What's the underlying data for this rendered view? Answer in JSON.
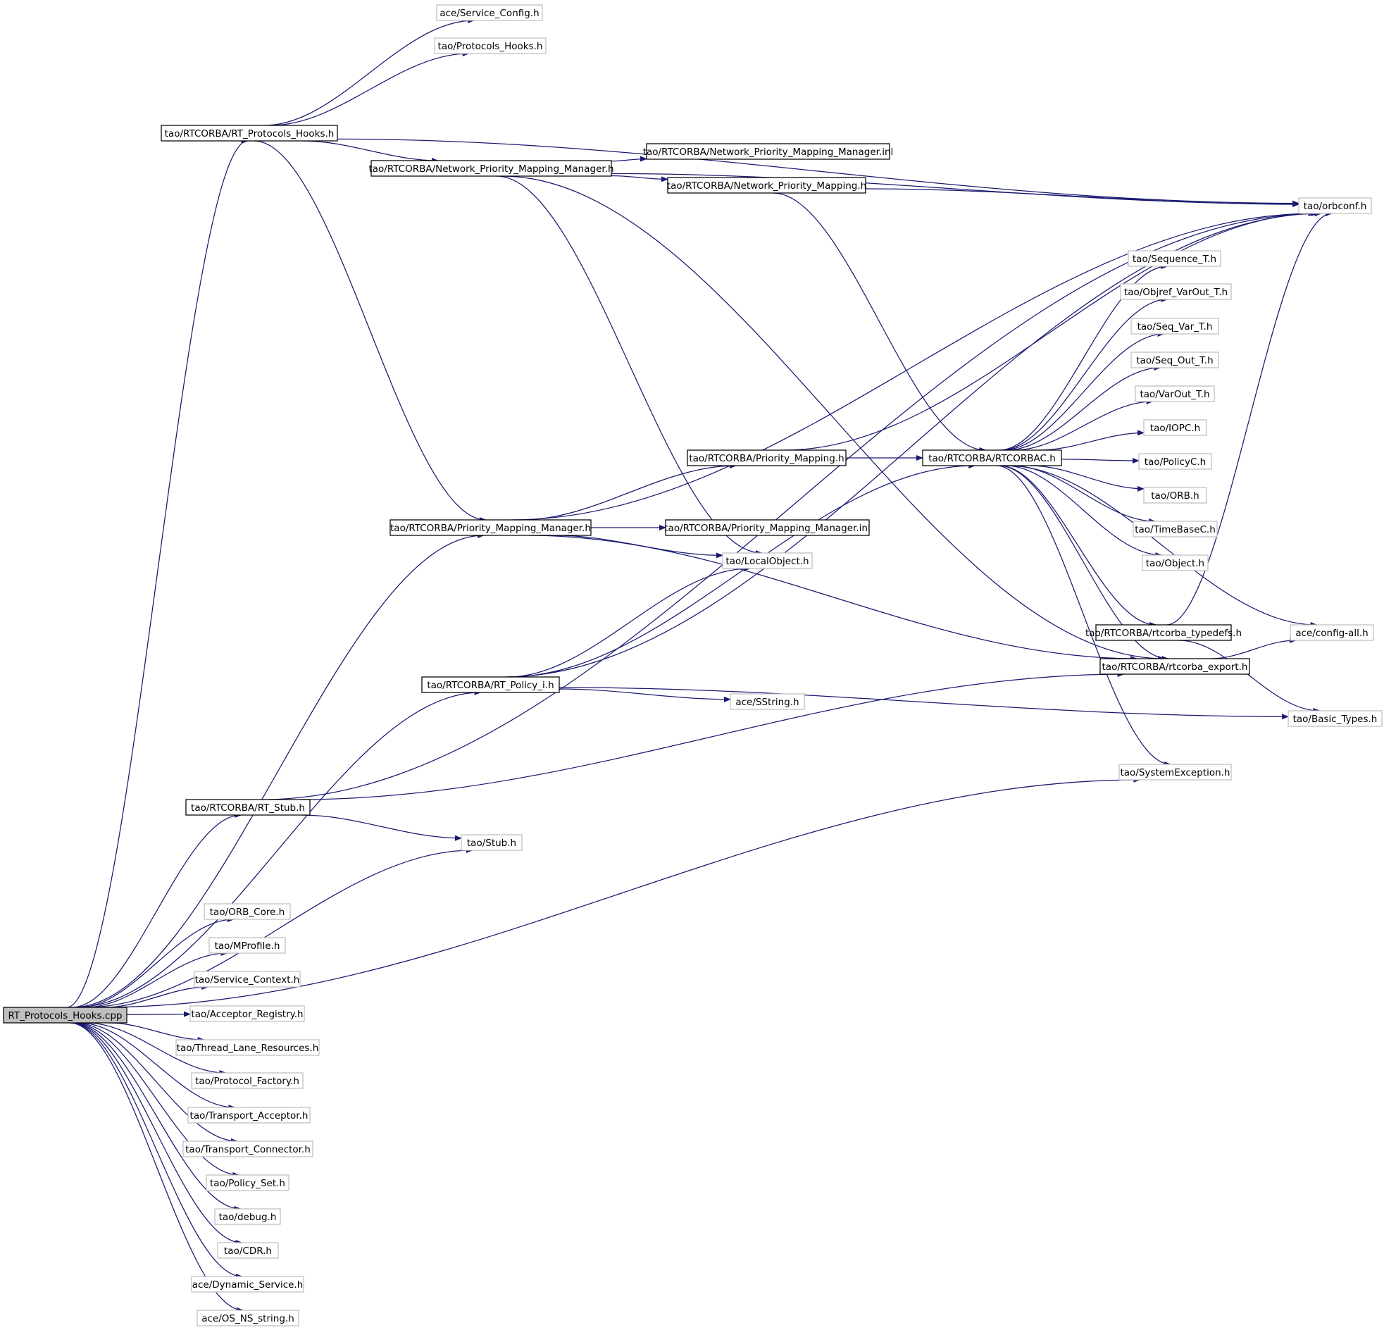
{
  "colors": {
    "edge": "#191970",
    "root_fill": "#bfbfbf",
    "documented_border": "#000000",
    "external_border": "#bfbfbf",
    "node_fill": "#ffffff"
  },
  "root": {
    "id": "n_root",
    "label": "RT_Protocols_Hooks.cpp"
  },
  "nodes": [
    {
      "id": "n_root",
      "label": "RT_Protocols_Hooks.cpp",
      "kind": "root"
    },
    {
      "id": "n_svccfg",
      "label": "ace/Service_Config.h",
      "kind": "external"
    },
    {
      "id": "n_protohooks",
      "label": "tao/Protocols_Hooks.h",
      "kind": "external"
    },
    {
      "id": "n_rtph",
      "label": "tao/RTCORBA/RT_Protocols_Hooks.h",
      "kind": "documented"
    },
    {
      "id": "n_npmm_inl",
      "label": "tao/RTCORBA/Network_Priority_Mapping_Manager.inl",
      "kind": "documented"
    },
    {
      "id": "n_npmm",
      "label": "tao/RTCORBA/Network_Priority_Mapping_Manager.h",
      "kind": "documented"
    },
    {
      "id": "n_npm",
      "label": "tao/RTCORBA/Network_Priority_Mapping.h",
      "kind": "documented"
    },
    {
      "id": "n_orbconf",
      "label": "tao/orbconf.h",
      "kind": "external"
    },
    {
      "id": "n_seqT",
      "label": "tao/Sequence_T.h",
      "kind": "external"
    },
    {
      "id": "n_objref",
      "label": "tao/Objref_VarOut_T.h",
      "kind": "external"
    },
    {
      "id": "n_seqvar",
      "label": "tao/Seq_Var_T.h",
      "kind": "external"
    },
    {
      "id": "n_seqout",
      "label": "tao/Seq_Out_T.h",
      "kind": "external"
    },
    {
      "id": "n_varout",
      "label": "tao/VarOut_T.h",
      "kind": "external"
    },
    {
      "id": "n_iopc",
      "label": "tao/IOPC.h",
      "kind": "external"
    },
    {
      "id": "n_prio_map",
      "label": "tao/RTCORBA/Priority_Mapping.h",
      "kind": "documented"
    },
    {
      "id": "n_rtcorbac",
      "label": "tao/RTCORBA/RTCORBAC.h",
      "kind": "documented"
    },
    {
      "id": "n_policyc",
      "label": "tao/PolicyC.h",
      "kind": "external"
    },
    {
      "id": "n_orb",
      "label": "tao/ORB.h",
      "kind": "external"
    },
    {
      "id": "n_pmm",
      "label": "tao/RTCORBA/Priority_Mapping_Manager.h",
      "kind": "documented"
    },
    {
      "id": "n_pmm_inl",
      "label": "tao/RTCORBA/Priority_Mapping_Manager.inl",
      "kind": "documented"
    },
    {
      "id": "n_timebase",
      "label": "tao/TimeBaseC.h",
      "kind": "external"
    },
    {
      "id": "n_localobj",
      "label": "tao/LocalObject.h",
      "kind": "external"
    },
    {
      "id": "n_object",
      "label": "tao/Object.h",
      "kind": "external"
    },
    {
      "id": "n_typedefs",
      "label": "tao/RTCORBA/rtcorba_typedefs.h",
      "kind": "documented"
    },
    {
      "id": "n_configall",
      "label": "ace/config-all.h",
      "kind": "external"
    },
    {
      "id": "n_export",
      "label": "tao/RTCORBA/rtcorba_export.h",
      "kind": "documented"
    },
    {
      "id": "n_rtpolicy",
      "label": "tao/RTCORBA/RT_Policy_i.h",
      "kind": "documented"
    },
    {
      "id": "n_sstring",
      "label": "ace/SString.h",
      "kind": "external"
    },
    {
      "id": "n_basictypes",
      "label": "tao/Basic_Types.h",
      "kind": "external"
    },
    {
      "id": "n_sysexc",
      "label": "tao/SystemException.h",
      "kind": "external"
    },
    {
      "id": "n_rtstub",
      "label": "tao/RTCORBA/RT_Stub.h",
      "kind": "documented"
    },
    {
      "id": "n_stub",
      "label": "tao/Stub.h",
      "kind": "external"
    },
    {
      "id": "n_orbcore",
      "label": "tao/ORB_Core.h",
      "kind": "external"
    },
    {
      "id": "n_mprofile",
      "label": "tao/MProfile.h",
      "kind": "external"
    },
    {
      "id": "n_svcctx",
      "label": "tao/Service_Context.h",
      "kind": "external"
    },
    {
      "id": "n_acceptorreg",
      "label": "tao/Acceptor_Registry.h",
      "kind": "external"
    },
    {
      "id": "n_threadlane",
      "label": "tao/Thread_Lane_Resources.h",
      "kind": "external"
    },
    {
      "id": "n_protofactory",
      "label": "tao/Protocol_Factory.h",
      "kind": "external"
    },
    {
      "id": "n_transacc",
      "label": "tao/Transport_Acceptor.h",
      "kind": "external"
    },
    {
      "id": "n_transconn",
      "label": "tao/Transport_Connector.h",
      "kind": "external"
    },
    {
      "id": "n_policyset",
      "label": "tao/Policy_Set.h",
      "kind": "external"
    },
    {
      "id": "n_debug",
      "label": "tao/debug.h",
      "kind": "external"
    },
    {
      "id": "n_cdr",
      "label": "tao/CDR.h",
      "kind": "external"
    },
    {
      "id": "n_dynsvc",
      "label": "ace/Dynamic_Service.h",
      "kind": "external"
    },
    {
      "id": "n_osns",
      "label": "ace/OS_NS_string.h",
      "kind": "external"
    }
  ],
  "edges": [
    [
      "n_root",
      "n_rtph"
    ],
    [
      "n_root",
      "n_pmm"
    ],
    [
      "n_root",
      "n_rtpolicy"
    ],
    [
      "n_root",
      "n_rtstub"
    ],
    [
      "n_root",
      "n_stub"
    ],
    [
      "n_root",
      "n_sysexc"
    ],
    [
      "n_root",
      "n_orbcore"
    ],
    [
      "n_root",
      "n_mprofile"
    ],
    [
      "n_root",
      "n_svcctx"
    ],
    [
      "n_root",
      "n_acceptorreg"
    ],
    [
      "n_root",
      "n_threadlane"
    ],
    [
      "n_root",
      "n_protofactory"
    ],
    [
      "n_root",
      "n_transacc"
    ],
    [
      "n_root",
      "n_transconn"
    ],
    [
      "n_root",
      "n_policyset"
    ],
    [
      "n_root",
      "n_debug"
    ],
    [
      "n_root",
      "n_cdr"
    ],
    [
      "n_root",
      "n_dynsvc"
    ],
    [
      "n_root",
      "n_osns"
    ],
    [
      "n_rtph",
      "n_svccfg"
    ],
    [
      "n_rtph",
      "n_protohooks"
    ],
    [
      "n_rtph",
      "n_orbconf"
    ],
    [
      "n_rtph",
      "n_npmm"
    ],
    [
      "n_rtph",
      "n_pmm"
    ],
    [
      "n_npmm",
      "n_npmm_inl"
    ],
    [
      "n_npmm",
      "n_npm"
    ],
    [
      "n_npmm",
      "n_orbconf"
    ],
    [
      "n_npmm",
      "n_localobj"
    ],
    [
      "n_npmm",
      "n_export"
    ],
    [
      "n_npm",
      "n_orbconf"
    ],
    [
      "n_npm",
      "n_rtcorbac"
    ],
    [
      "n_pmm",
      "n_pmm_inl"
    ],
    [
      "n_pmm",
      "n_prio_map"
    ],
    [
      "n_pmm",
      "n_localobj"
    ],
    [
      "n_pmm",
      "n_orbconf"
    ],
    [
      "n_pmm",
      "n_export"
    ],
    [
      "n_prio_map",
      "n_rtcorbac"
    ],
    [
      "n_prio_map",
      "n_orbconf"
    ],
    [
      "n_rtcorbac",
      "n_seqT"
    ],
    [
      "n_rtcorbac",
      "n_objref"
    ],
    [
      "n_rtcorbac",
      "n_seqvar"
    ],
    [
      "n_rtcorbac",
      "n_seqout"
    ],
    [
      "n_rtcorbac",
      "n_varout"
    ],
    [
      "n_rtcorbac",
      "n_iopc"
    ],
    [
      "n_rtcorbac",
      "n_policyc"
    ],
    [
      "n_rtcorbac",
      "n_orb"
    ],
    [
      "n_rtcorbac",
      "n_timebase"
    ],
    [
      "n_rtcorbac",
      "n_object"
    ],
    [
      "n_rtcorbac",
      "n_configall"
    ],
    [
      "n_rtcorbac",
      "n_typedefs"
    ],
    [
      "n_rtcorbac",
      "n_export"
    ],
    [
      "n_rtcorbac",
      "n_sysexc"
    ],
    [
      "n_typedefs",
      "n_orbconf"
    ],
    [
      "n_typedefs",
      "n_basictypes"
    ],
    [
      "n_export",
      "n_configall"
    ],
    [
      "n_rtpolicy",
      "n_rtcorbac"
    ],
    [
      "n_rtpolicy",
      "n_localobj"
    ],
    [
      "n_rtpolicy",
      "n_orbconf"
    ],
    [
      "n_rtpolicy",
      "n_sstring"
    ],
    [
      "n_rtpolicy",
      "n_basictypes"
    ],
    [
      "n_rtstub",
      "n_export"
    ],
    [
      "n_rtstub",
      "n_stub"
    ],
    [
      "n_rtstub",
      "n_orbconf"
    ]
  ]
}
